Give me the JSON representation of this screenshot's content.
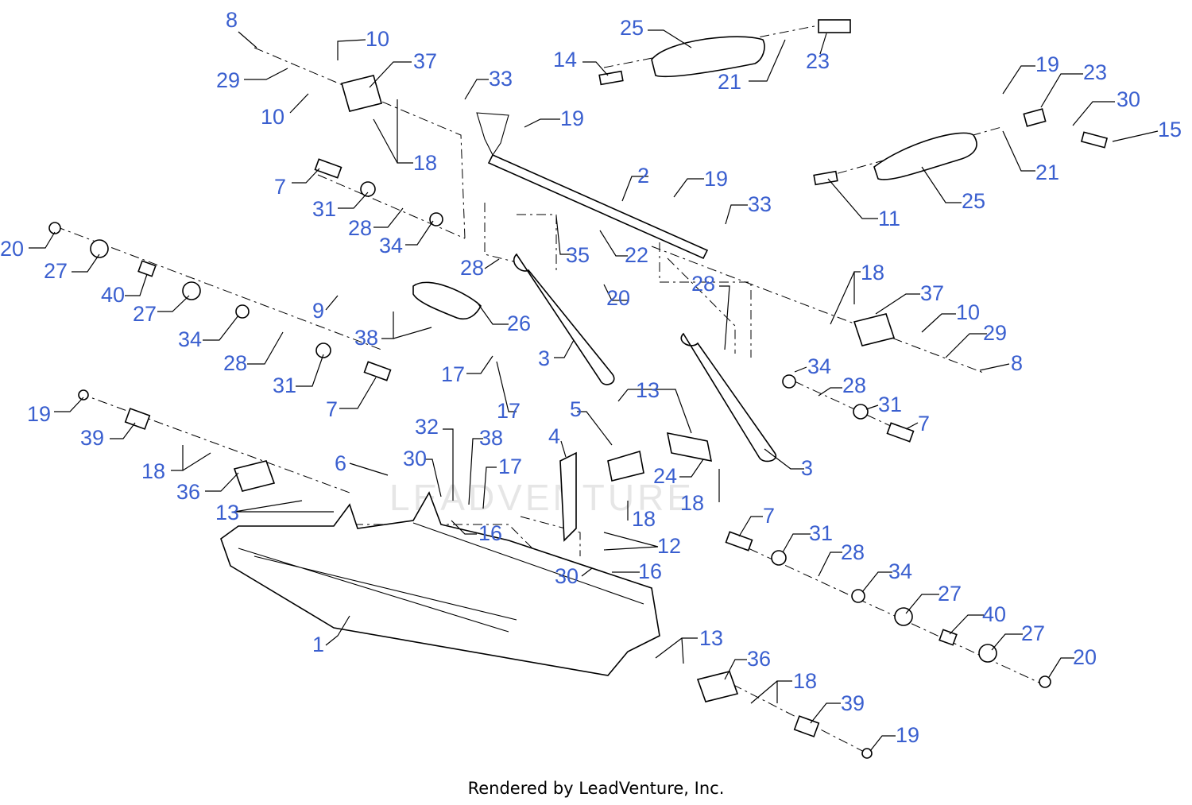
{
  "footer": "Rendered by LeadVenture, Inc.",
  "watermark": "LEADVENTURE",
  "colors": {
    "callout": "#3a5fcf",
    "line": "#000000",
    "watermark": "#e6e6e6"
  },
  "callouts": [
    "8",
    "10",
    "37",
    "29",
    "10",
    "18",
    "33",
    "19",
    "25",
    "14",
    "21",
    "23",
    "19",
    "23",
    "30",
    "15",
    "21",
    "25",
    "11",
    "7",
    "31",
    "28",
    "34",
    "2",
    "19",
    "33",
    "35",
    "22",
    "20",
    "27",
    "40",
    "27",
    "34",
    "28",
    "31",
    "7",
    "9",
    "38",
    "26",
    "28",
    "20",
    "28",
    "18",
    "37",
    "10",
    "29",
    "8",
    "3",
    "17",
    "17",
    "34",
    "28",
    "31",
    "7",
    "19",
    "39",
    "18",
    "36",
    "13",
    "6",
    "30",
    "32",
    "38",
    "17",
    "16",
    "5",
    "13",
    "4",
    "24",
    "18",
    "3",
    "18",
    "12",
    "16",
    "30",
    "7",
    "31",
    "28",
    "34",
    "27",
    "40",
    "27",
    "20",
    "1",
    "13",
    "36",
    "18",
    "39",
    "19"
  ]
}
